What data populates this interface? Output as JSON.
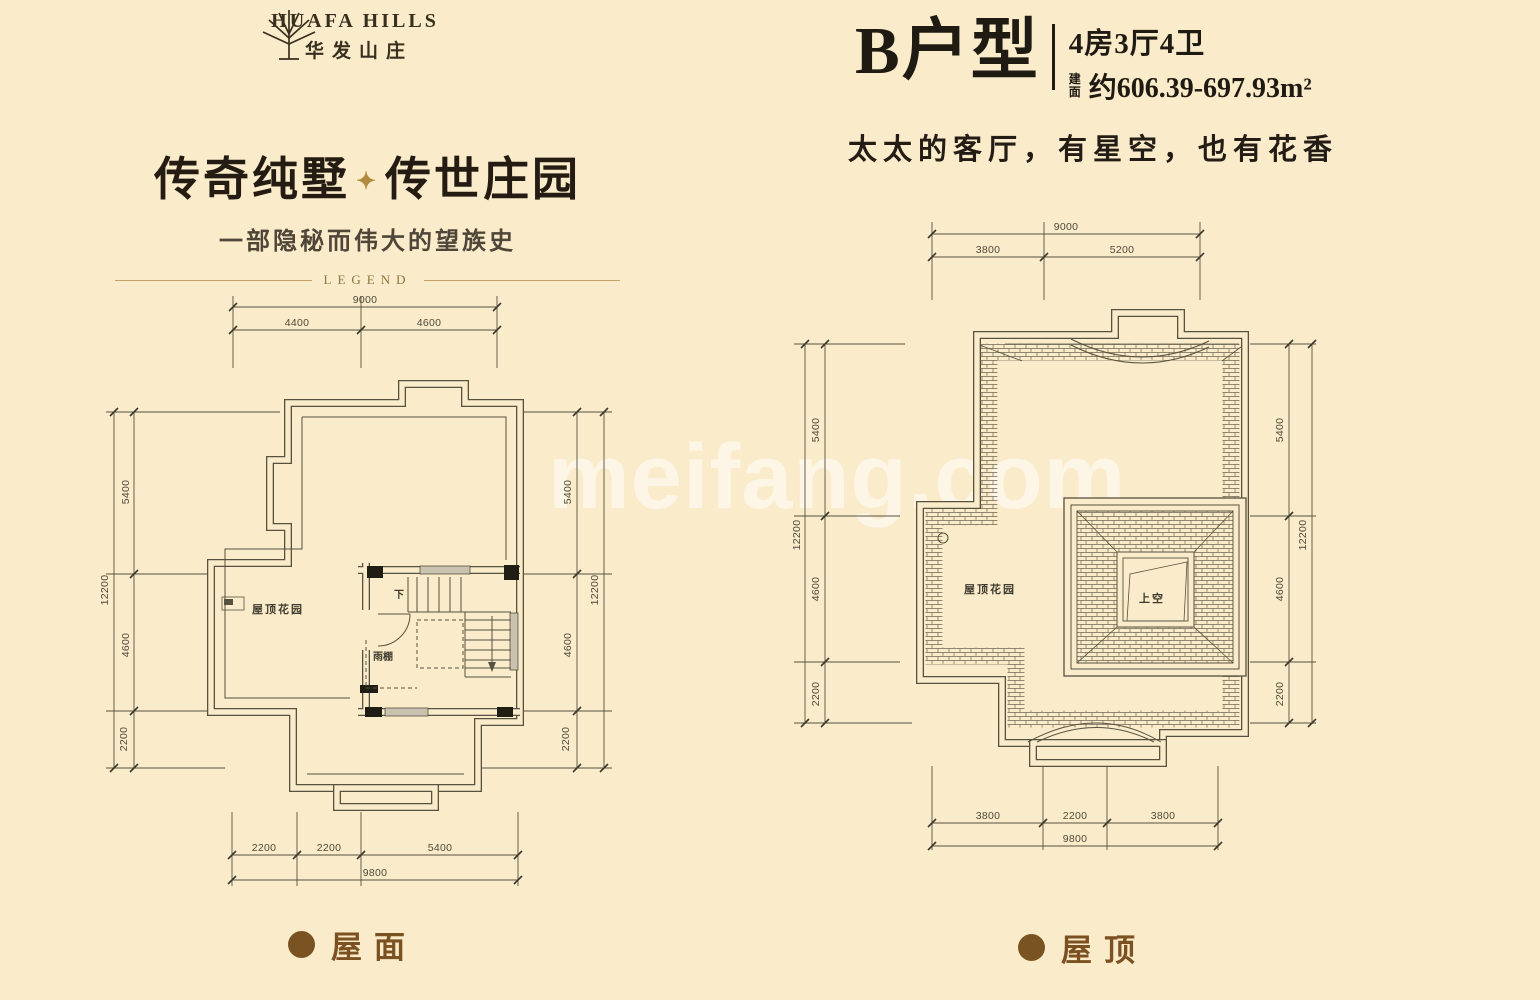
{
  "brand": {
    "logo_icon": "tree-icon",
    "name_en": "HUAFA HILLS",
    "name_cn": "华发山庄"
  },
  "tagline": {
    "headline_left": "传奇纯墅",
    "ornament": "✦",
    "headline_right": "传世庄园",
    "subheadline": "一部隐秘而伟大的望族史",
    "legend_label": "LEGEND"
  },
  "unit": {
    "type_title": "B户型",
    "rooms_spec": "4房3厅4卫",
    "area_label": "建面",
    "area_value": "约606.39-697.93m²",
    "slogan": "太太的客厅，有星空，也有花香"
  },
  "watermark": {
    "text": "meifang.com"
  },
  "plans": [
    {
      "caption": "屋面",
      "room_labels": {
        "roof_garden": "屋顶花园",
        "rain_canopy": "雨棚",
        "stairs_down": "下"
      },
      "dims": {
        "top": {
          "total": "9000",
          "segments": [
            "4400",
            "4600"
          ]
        },
        "bottom": {
          "total": "9800",
          "segments": [
            "2200",
            "2200",
            "5400"
          ]
        },
        "left": {
          "total": "12200",
          "segments": [
            "5400",
            "4600",
            "2200"
          ]
        },
        "right": {
          "total": "12200",
          "segments": [
            "5400",
            "4600",
            "2200"
          ]
        }
      }
    },
    {
      "caption": "屋顶",
      "room_labels": {
        "roof_garden": "屋顶花园",
        "void_above": "上空"
      },
      "dims": {
        "top": {
          "total": "9000",
          "segments": [
            "3800",
            "5200"
          ]
        },
        "bottom": {
          "total": "9800",
          "segments": [
            "3800",
            "2200",
            "3800"
          ]
        },
        "left": {
          "total": "12200",
          "segments": [
            "5400",
            "4600",
            "2200"
          ]
        },
        "right": {
          "total": "12200",
          "segments": [
            "5400",
            "4600",
            "2200"
          ]
        }
      }
    }
  ],
  "colors": {
    "background": "#faecca",
    "line": "#57513f",
    "dim_text": "#4e4939",
    "brown_accent": "#7a5322",
    "gold": "#b28a3e",
    "title_dark": "#1f1a12"
  }
}
